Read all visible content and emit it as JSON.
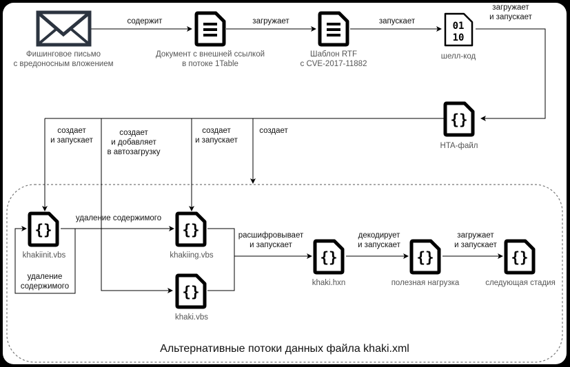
{
  "nodes": {
    "email": {
      "label_1": "Фишинговое письмо",
      "label_2": "с вредоносным вложением",
      "icon": "envelope-icon"
    },
    "doc": {
      "label_1": "Документ с внешней ссылкой",
      "label_2": "в потоке 1Table",
      "icon": "document-icon"
    },
    "rtf": {
      "label_1": "Шаблон RTF",
      "label_2": "с CVE-2017-11882",
      "icon": "document-icon"
    },
    "shellcode": {
      "label_1": "шелл-код",
      "icon": "binary-file-icon"
    },
    "hta": {
      "label_1": "HTA-файл",
      "icon": "code-file-icon"
    },
    "khakiinit": {
      "label_1": "khakiinit.vbs",
      "icon": "code-file-icon"
    },
    "khakiing": {
      "label_1": "khakiing.vbs",
      "icon": "code-file-icon"
    },
    "khakivbs": {
      "label_1": "khaki.vbs",
      "icon": "code-file-icon"
    },
    "hxn": {
      "label_1": "khaki.hxn",
      "icon": "code-file-icon"
    },
    "payload": {
      "label_1": "полезная нагрузка",
      "icon": "code-file-icon"
    },
    "next": {
      "label_1": "следующая стадия",
      "icon": "code-file-icon"
    }
  },
  "edges": {
    "contains": "содержит",
    "loads": "загружает",
    "launches": "запускает",
    "loads_launches_1": "загружает",
    "loads_launches_2": "и запускает",
    "creates_launches_a1": "создает",
    "creates_launches_a2": "и запускает",
    "creates_adds_1": "создает",
    "creates_adds_2": "и добавляет",
    "creates_adds_3": "в автозагрузку",
    "creates_launches_b1": "создает",
    "creates_launches_b2": "и запускает",
    "creates": "создает",
    "delete_content": "удаление содержимого",
    "self_delete_1": "удаление",
    "self_delete_2": "содержимого",
    "decrypts_1": "расшифровывает",
    "decrypts_2": "и запускает",
    "decodes_1": "декодирует",
    "decodes_2": "и запускает",
    "final_1": "загружает",
    "final_2": "и запускает"
  },
  "group": {
    "label": "Альтернативные потоки данных файла khaki.xml"
  }
}
